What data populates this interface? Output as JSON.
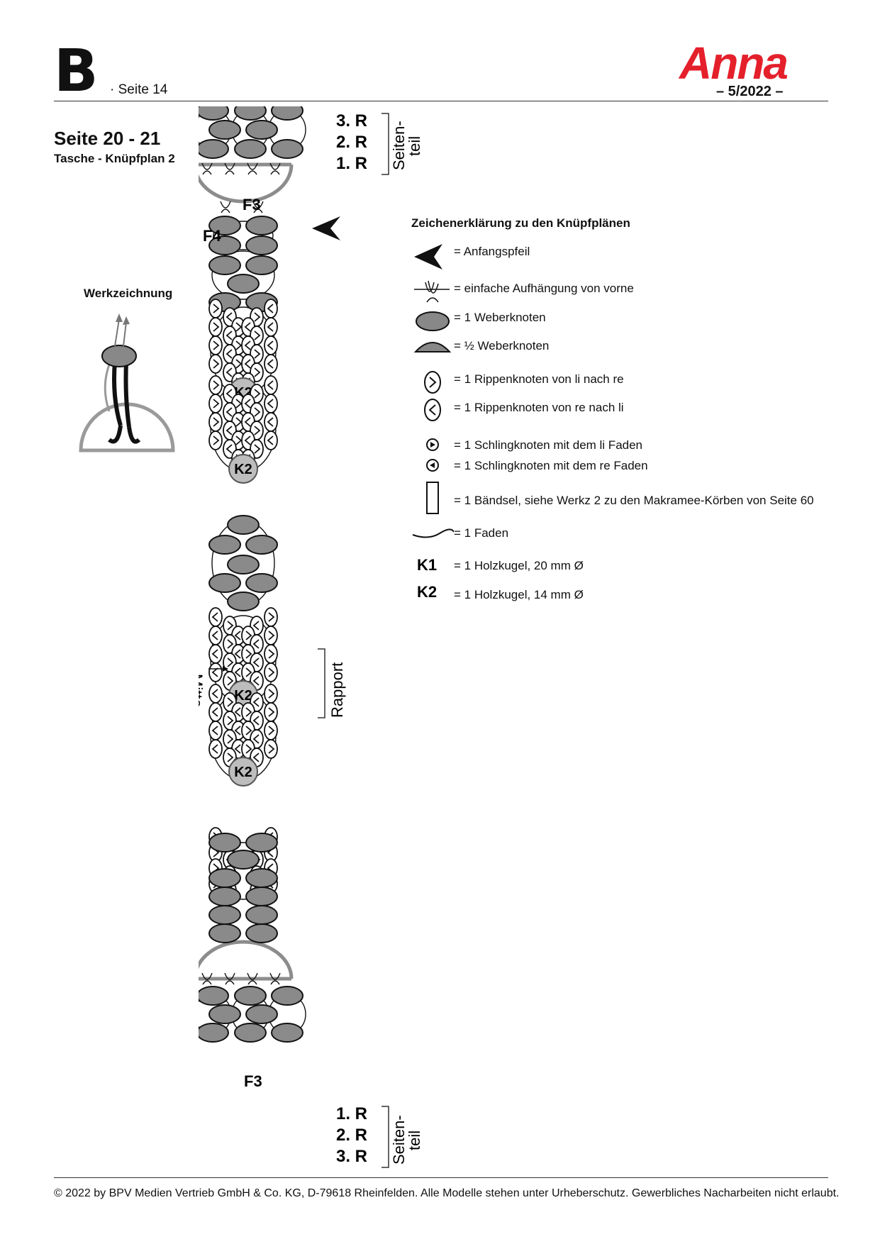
{
  "header": {
    "section_letter": "B",
    "page_label": "· Seite 14",
    "brand": "Anna",
    "issue": "– 5/2022 –"
  },
  "page_ref": "Seite 20 - 21",
  "plan_title": "Tasche - Knüpfplan 2",
  "werk_title": "Werkzeichnung",
  "diagram": {
    "rows_top": [
      "3. R",
      "2. R",
      "1. R"
    ],
    "rows_bottom": [
      "1. R",
      "2. R",
      "3. R"
    ],
    "side_label": "Seiten-",
    "side_label2": "teil",
    "f3_top": "F3",
    "f3_bottom": "F3",
    "f4": "F4",
    "bead": "K2",
    "mitte": "Mitte",
    "rapport": "Rapport"
  },
  "legend": {
    "title": "Zeichenerklärung zu den Knüpfplänen",
    "items": [
      "= Anfangspfeil",
      "= einfache Aufhängung von vorne",
      "= 1 Weberknoten",
      "= ½ Weberknoten",
      "= 1 Rippenknoten von li nach re",
      "= 1 Rippenknoten von re nach li",
      "= 1 Schlingknoten mit dem li Faden",
      "= 1 Schlingknoten mit dem re Faden",
      "= 1 Bändsel, siehe Werkz 2 zu den Makramee-Körben von Seite 60",
      "= 1 Faden",
      "= 1 Holzkugel, 20 mm Ø",
      "= 1 Holzkugel, 14 mm Ø"
    ],
    "k1": "K1",
    "k2": "K2"
  },
  "footer": "© 2022 by BPV Medien Vertrieb GmbH & Co. KG, D-79618 Rheinfelden. Alle Modelle stehen unter Urheberschutz. Gewerbliches Nacharbeiten nicht erlaubt.",
  "colors": {
    "brand": "#e4202b",
    "knot_fill": "#8a8a8a",
    "bead_fill": "#bdbdbd",
    "ring": "#8c8c8c"
  }
}
